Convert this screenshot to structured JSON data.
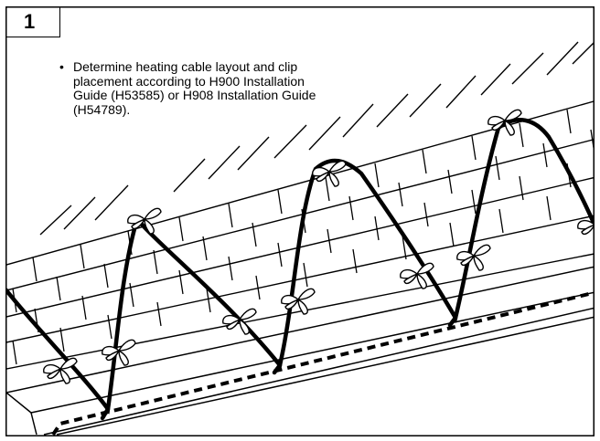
{
  "step": {
    "number": "1"
  },
  "instructions": [
    "Determine heating cable layout and clip placement according to H900 Installation Guide (H53585) or H908 Installation Guide (H54789)."
  ],
  "illustration": {
    "subject": "roof-shingles-with-heating-cable",
    "stroke_color": "#000000",
    "background_color": "#ffffff"
  }
}
